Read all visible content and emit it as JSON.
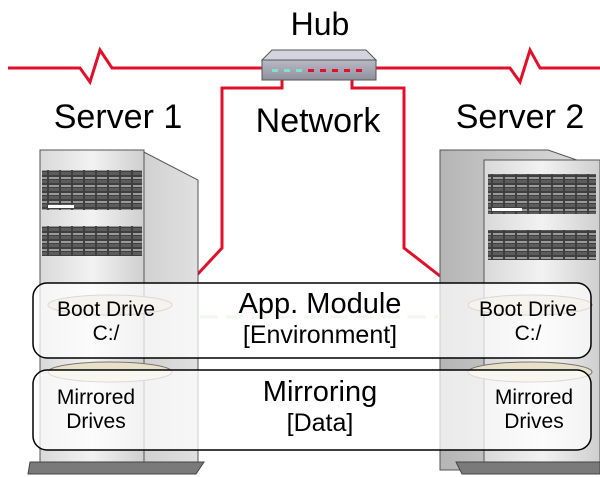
{
  "hub": {
    "label": "Hub"
  },
  "network": {
    "label": "Network"
  },
  "servers": [
    {
      "label": "Server 1",
      "boot_drive_line1": "Boot Drive",
      "boot_drive_line2": "C:/",
      "mirrored_line1": "Mirrored",
      "mirrored_line2": "Drives"
    },
    {
      "label": "Server 2",
      "boot_drive_line1": "Boot Drive",
      "boot_drive_line2": "C:/",
      "mirrored_line1": "Mirrored",
      "mirrored_line2": "Drives"
    }
  ],
  "app_module": {
    "title": "App. Module",
    "subtitle": "[Environment]"
  },
  "mirroring": {
    "title": "Mirroring",
    "subtitle": "[Data]"
  },
  "colors": {
    "network_line": "#e0102a",
    "hub_body": "#8c8c9a",
    "server_body": "#e6e6e6",
    "server_dark": "#6b6b6b",
    "box_border": "#000000"
  }
}
